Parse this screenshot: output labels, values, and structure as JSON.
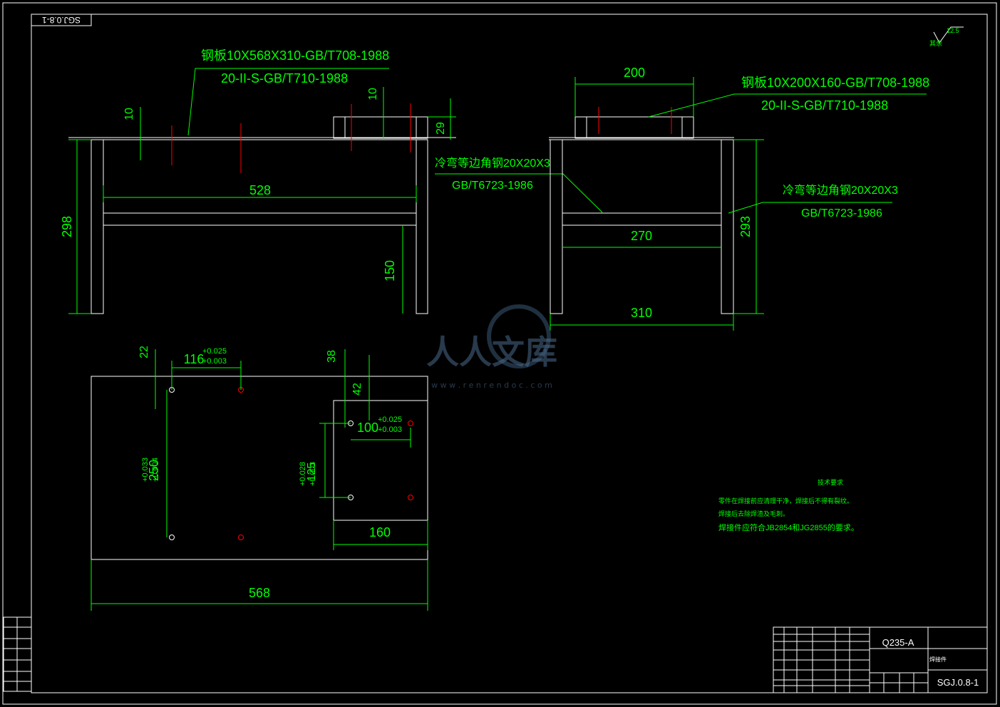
{
  "drawing": {
    "number_flipped": "SGJ.0.8-1",
    "roughness": "12.5",
    "roughness_note": "其余"
  },
  "front_view": {
    "callout_line1": "钢板10X568X310-GB/T708-1988",
    "callout_line2": "20-II-S-GB/T710-1988",
    "angle_line1": "冷弯等边角钢20X20X3",
    "angle_line2": "GB/T6723-1986",
    "dim_10a": "10",
    "dim_10b": "10",
    "dim_29": "29",
    "dim_528": "528",
    "dim_298": "298",
    "dim_150": "150"
  },
  "side_view": {
    "callout_line1": "钢板10X200X160-GB/T708-1988",
    "callout_line2": "20-II-S-GB/T710-1988",
    "angle_line1": "冷弯等边角钢20X20X3",
    "angle_line2": "GB/T6723-1986",
    "dim_200": "200",
    "dim_270": "270",
    "dim_293": "293",
    "dim_310": "310"
  },
  "top_view": {
    "dim_22": "22",
    "dim_116": "116",
    "tol_116_up": "+0.025",
    "tol_116_dn": "+0.003",
    "dim_38": "38",
    "dim_42": "42",
    "dim_100": "100",
    "tol_100_up": "+0.025",
    "tol_100_dn": "+0.003",
    "dim_250": "250",
    "tol_250_up": "+0.033",
    "tol_250_dn": "+0.004",
    "dim_125": "125",
    "tol_125_up": "+0.028",
    "tol_125_dn": "+0.003",
    "dim_160": "160",
    "dim_568": "568"
  },
  "tech_notes": {
    "title": "技术要求",
    "line1": "零件在焊接前应清理干净，焊接后不得有裂纹。",
    "line2": "焊接后去除焊渣及毛刺。",
    "line3": "焊接件应符合JB2854和JG2855的要求。"
  },
  "title_block": {
    "material": "Q235-A",
    "part_name": "焊接件",
    "number": "SGJ.0.8-1"
  },
  "watermark": {
    "text": "人人文库",
    "url": "w w w . r e n r e n d o c . c o m"
  }
}
